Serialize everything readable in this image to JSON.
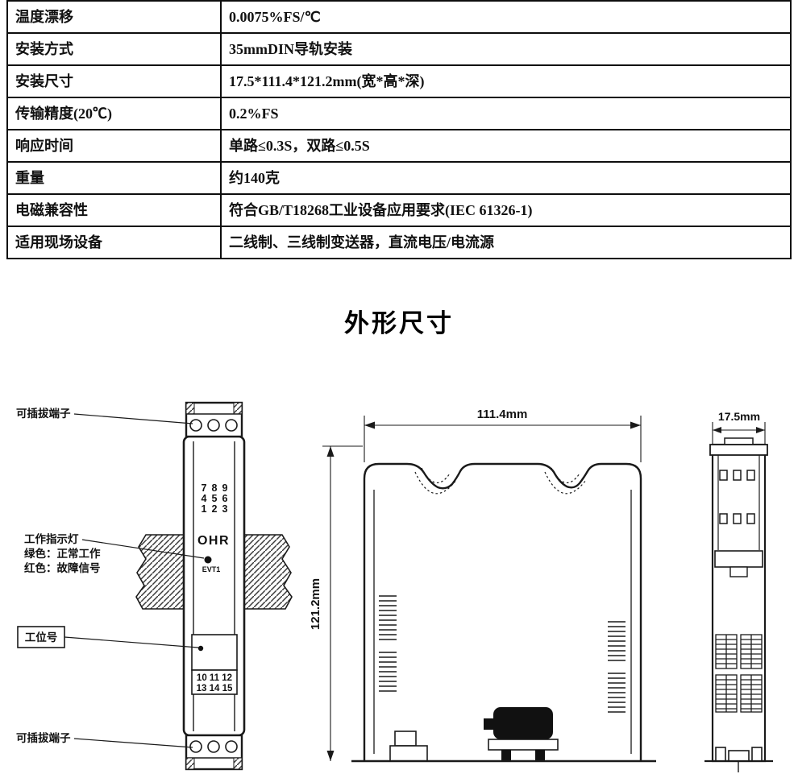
{
  "spec_table": {
    "rows": [
      {
        "label": "温度漂移",
        "value": "0.0075%FS/℃"
      },
      {
        "label": "安装方式",
        "value": "35mmDIN导轨安装"
      },
      {
        "label": "安装尺寸",
        "value": "17.5*111.4*121.2mm(宽*高*深)"
      },
      {
        "label": "传输精度(20℃)",
        "value": "0.2%FS"
      },
      {
        "label": "响应时间",
        "value": "单路≤0.3S，双路≤0.5S"
      },
      {
        "label": "重量",
        "value": "约140克"
      },
      {
        "label": "电磁兼容性",
        "value": "符合GB/T18268工业设备应用要求(IEC 61326-1)"
      },
      {
        "label": "适用现场设备",
        "value": "二线制、三线制变送器，直流电压/电流源"
      }
    ]
  },
  "section_title": "外形尺寸",
  "front_view": {
    "callouts": {
      "top_terminal": "可插拔端子",
      "indicator_title": "工作指示灯",
      "indicator_green": "绿色：正常工作",
      "indicator_red": "红色：故障信号",
      "station_label": "工位号",
      "bottom_terminal": "可插拔端子"
    },
    "brand": "OHR",
    "led_label": "EVT1",
    "terminals_top": {
      "r1": [
        "7",
        "8",
        "9"
      ],
      "r2": [
        "4",
        "5",
        "6"
      ],
      "r3": [
        "1",
        "2",
        "3"
      ]
    },
    "terminals_bottom": [
      "10 11 12",
      "13 14 15"
    ]
  },
  "dimensions": {
    "width": "111.4mm",
    "height": "121.2mm",
    "depth": "17.5mm"
  },
  "colors": {
    "line": "#1a1a1a",
    "digit_red": "#e8380d"
  }
}
